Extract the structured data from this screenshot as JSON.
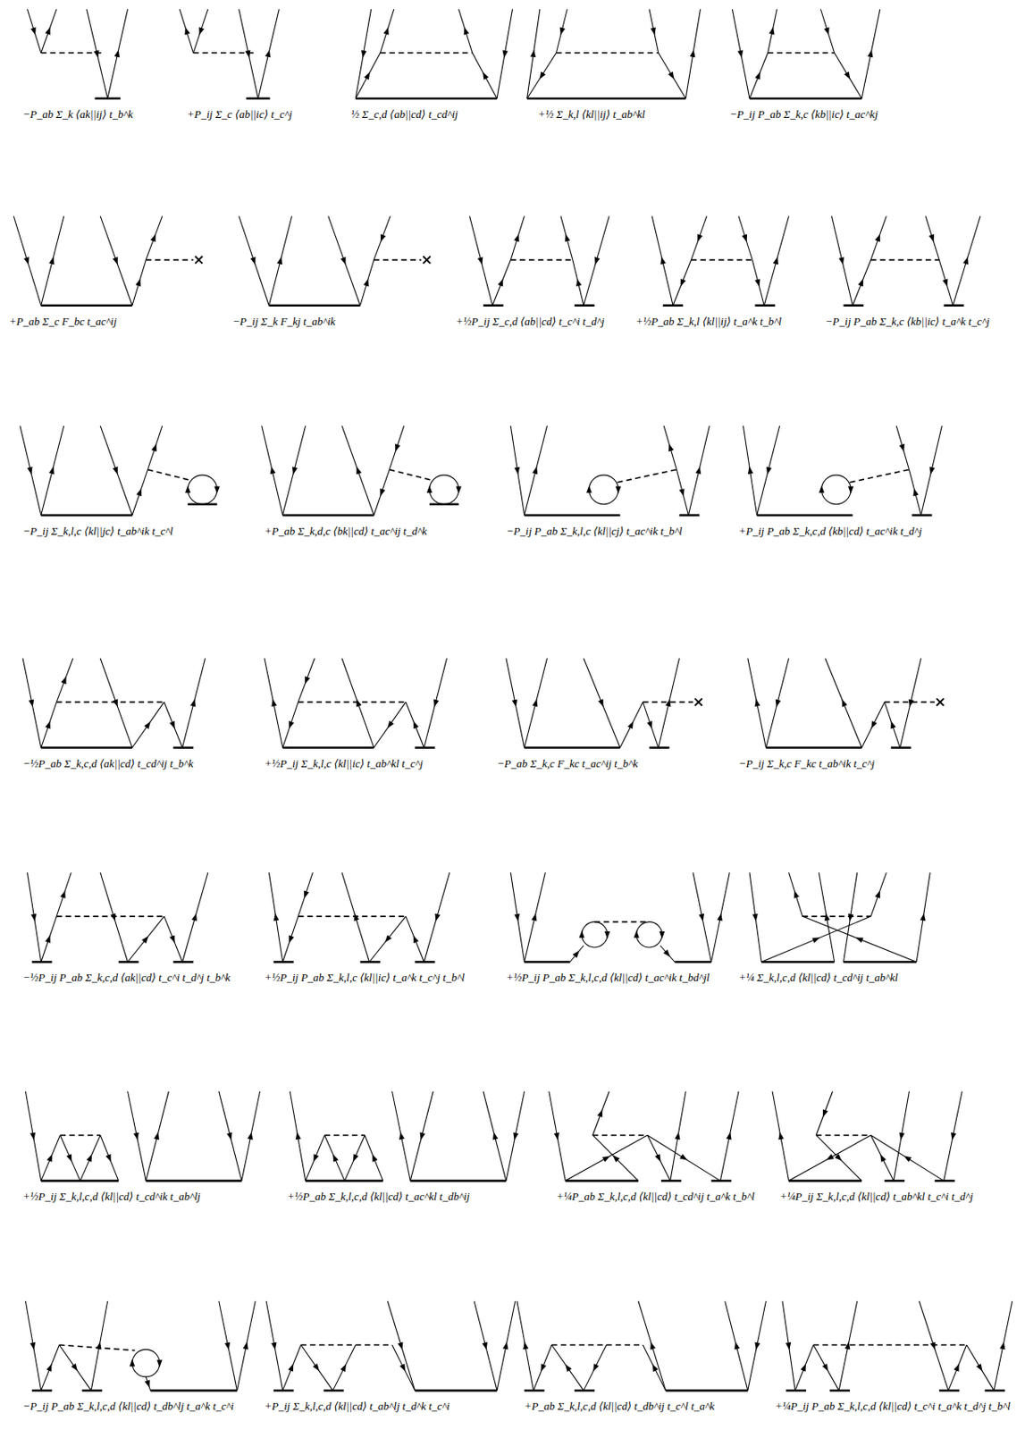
{
  "diagram": {
    "labels": [
      "−P_ab Σ_k ⟨ak||ij⟩ t_b^k",
      "+P_ij Σ_c ⟨ab||ic⟩ t_c^j",
      "½ Σ_c,d ⟨ab||cd⟩ t_cd^ij",
      "+½ Σ_k,l ⟨kl||ij⟩ t_ab^kl",
      "−P_ij P_ab Σ_k,c ⟨kb||ic⟩ t_ac^kj",
      "+P_ab Σ_c F_bc t_ac^ij",
      "−P_ij Σ_k F_kj t_ab^ik",
      "+½P_ij Σ_c,d ⟨ab||cd⟩ t_c^i t_d^j",
      "+½P_ab Σ_k,l ⟨kl||ij⟩ t_a^k t_b^l",
      "−P_ij P_ab Σ_k,c ⟨kb||ic⟩ t_a^k t_c^j",
      "−P_ij Σ_k,l,c ⟨kl||jc⟩ t_ab^ik t_c^l",
      "+P_ab Σ_k,d,c ⟨bk||cd⟩ t_ac^ij t_d^k",
      "−P_ij P_ab Σ_k,l,c ⟨kl||cj⟩ t_ac^ik t_b^l",
      "+P_ij P_ab Σ_k,c,d ⟨kb||cd⟩ t_ac^ik t_d^j",
      "−½P_ab Σ_k,c,d ⟨ak||cd⟩ t_cd^ij t_b^k",
      "+½P_ij Σ_k,l,c ⟨kl||ic⟩ t_ab^kl t_c^j",
      "−P_ab Σ_k,c F_kc t_ac^ij t_b^k",
      "−P_ij Σ_k,c F_kc t_ab^ik t_c^j",
      "−½P_ij P_ab Σ_k,c,d ⟨ak||cd⟩ t_c^i t_d^j t_b^k",
      "+½P_ij P_ab Σ_k,l,c ⟨kl||ic⟩ t_a^k t_c^j t_b^l",
      "+½P_ij P_ab Σ_k,l,c,d ⟨kl||cd⟩ t_ac^ik t_bd^jl",
      "+¼ Σ_k,l,c,d ⟨kl||cd⟩ t_cd^ij t_ab^kl",
      "+½P_ij Σ_k,l,c,d ⟨kl||cd⟩ t_cd^ik t_ab^lj",
      "+½P_ab Σ_k,l,c,d ⟨kl||cd⟩ t_ac^kl t_db^ij",
      "+¼P_ab Σ_k,l,c,d ⟨kl||cd⟩ t_cd^ij t_a^k t_b^l",
      "+¼P_ij Σ_k,l,c,d ⟨kl||cd⟩ t_ab^kl t_c^i t_d^j",
      "−P_ij P_ab Σ_k,l,c,d ⟨kl||cd⟩ t_db^lj t_a^k t_c^i",
      "+P_ij Σ_k,l,c,d ⟨kl||cd⟩ t_ab^lj t_d^k t_c^i",
      "+P_ab Σ_k,l,c,d ⟨kl||cd⟩ t_db^ij t_c^l t_a^k",
      "+¼P_ij P_ab Σ_k,l,c,d ⟨kl||cd⟩ t_c^i t_a^k t_d^j t_b^l"
    ]
  }
}
